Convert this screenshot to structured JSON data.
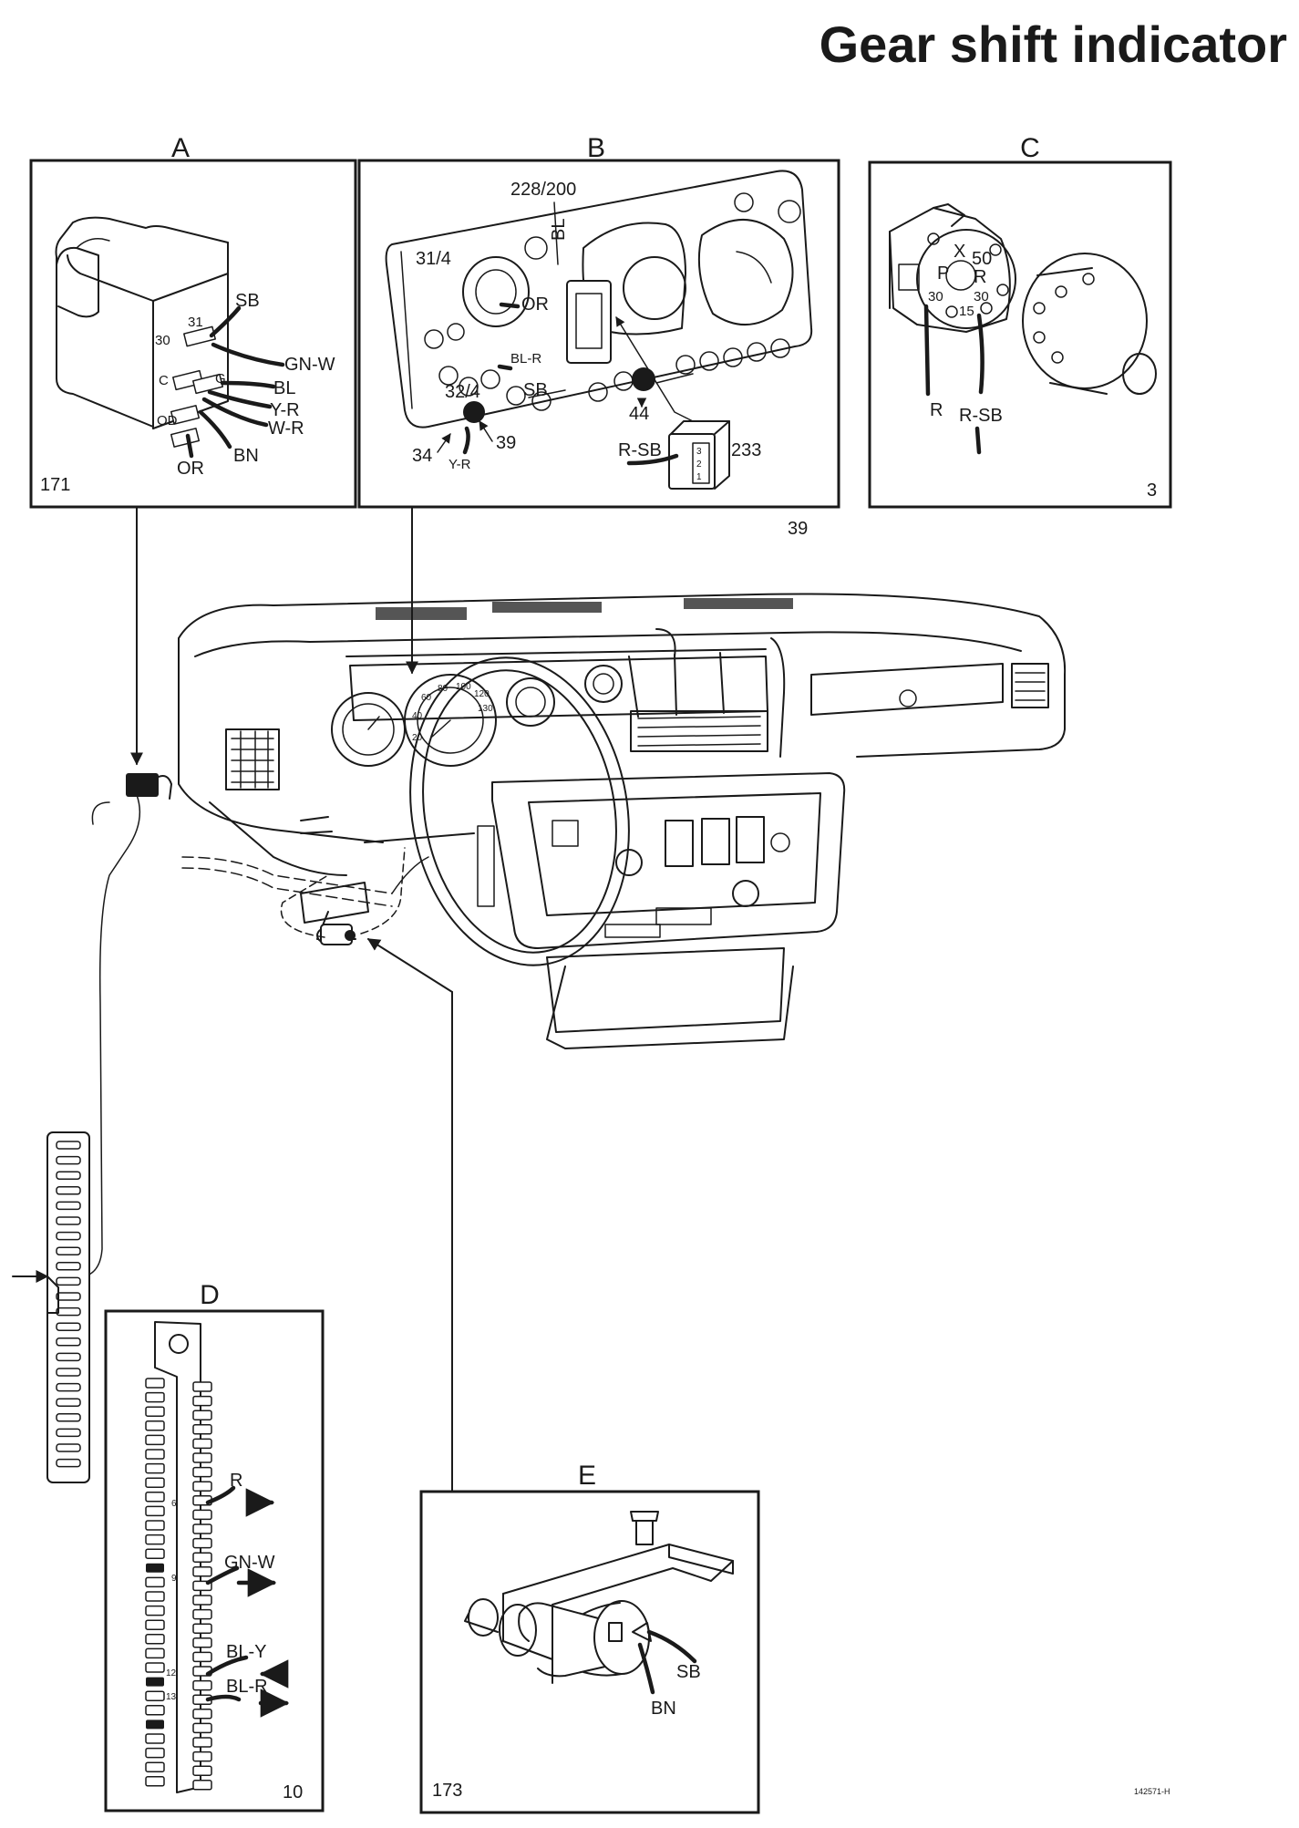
{
  "title": "Gear shift indicator",
  "footer_code": "142571-H",
  "panels": {
    "A": {
      "letter": "A",
      "code": "171",
      "pins": {
        "p31": "31",
        "p30": "30",
        "pC": "C",
        "pOD": "OD",
        "pG": "G"
      },
      "wires": {
        "sb": "SB",
        "gnw": "GN-W",
        "bl": "BL",
        "yr": "Y-R",
        "wr": "W-R",
        "bn": "BN",
        "or": "OR"
      }
    },
    "B": {
      "letter": "B",
      "code": "39",
      "labels": {
        "ref228": "228/200",
        "bl": "BL",
        "n31": "31/4",
        "or": "OR",
        "blr": "BL-R",
        "sb": "SB",
        "n32": "32/4",
        "n44": "44",
        "n39": "39",
        "n34": "34",
        "yr": "Y-R",
        "rsb": "R-SB",
        "n233": "233",
        "c3": "3",
        "c2": "2",
        "c1": "1"
      }
    },
    "C": {
      "letter": "C",
      "code": "3",
      "labels": {
        "x": "X",
        "n50": "50",
        "p": "P",
        "r_sw": "R",
        "n30a": "30",
        "n15": "15",
        "n30b": "30",
        "r": "R",
        "rsb": "R-SB"
      }
    },
    "D": {
      "letter": "D",
      "code": "10",
      "pins": {
        "n6": "6",
        "n9": "9",
        "n12": "12",
        "n13": "13"
      },
      "wires": {
        "r": "R",
        "gnw": "GN-W",
        "bly": "BL-Y",
        "blr": "BL-R"
      }
    },
    "E": {
      "letter": "E",
      "code": "173",
      "wires": {
        "sb": "SB",
        "bn": "BN"
      }
    }
  },
  "speedometer_ticks": [
    "20",
    "40",
    "60",
    "80",
    "100",
    "120",
    "130"
  ]
}
